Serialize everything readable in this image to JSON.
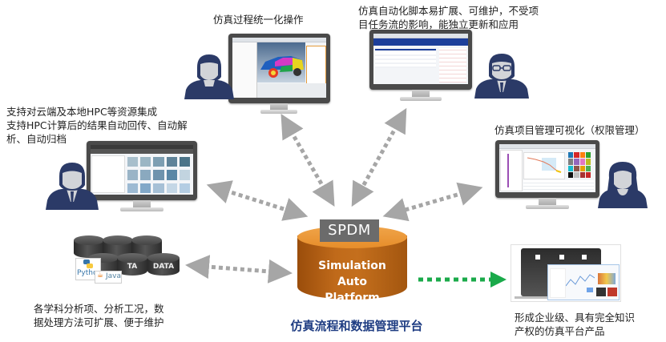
{
  "diagram": {
    "central": {
      "badge": "SPDM",
      "cylinder_lines": [
        "Simulation",
        "Auto",
        "Platform"
      ],
      "title": "仿真流程和数据管理平台",
      "title_color": "#1e3c82",
      "cylinder_color": "#c06a1a",
      "badge_color": "#6b6b6b"
    },
    "nodes": [
      {
        "id": "process-ops",
        "caption_lines": [
          "仿真过程统一化操作"
        ],
        "screen": "3d-car-model-view",
        "person": "male-casual"
      },
      {
        "id": "automation-scripts",
        "caption_lines": [
          "仿真自动化脚本易扩展、可维护，不受项",
          "目任务流的影响，能独立更新和应用"
        ],
        "screen": "script-list-view",
        "person": "male-glasses"
      },
      {
        "id": "hpc-integration",
        "caption_lines": [
          "支持对云端及本地HPC等资源集成",
          "支持HPC计算后的结果自动回传、自动解",
          "析、自动归档"
        ],
        "screen": "tile-grid-view",
        "person": "male-suit"
      },
      {
        "id": "project-visualization",
        "caption_lines": [
          "仿真项目管理可视化（权限管理）"
        ],
        "screen": "chart-and-palette-view",
        "person": "female"
      },
      {
        "id": "data-methods",
        "caption_lines": [
          "各学科分析项、分析工况，数",
          "据处理方法可扩展、便于维护"
        ],
        "drums": [
          "",
          "",
          "",
          "",
          "TA",
          "DATA"
        ],
        "logos": [
          "Python",
          "Java"
        ]
      },
      {
        "id": "product-output",
        "caption_lines": [
          "形成企业级、具有完全知识",
          "产权的仿真平台产品"
        ],
        "screen": "product-screenshot"
      }
    ],
    "connectors": [
      {
        "from": "process-ops",
        "to": "central",
        "style": "dotted-bidirectional",
        "color": "#a6a6a6"
      },
      {
        "from": "automation-scripts",
        "to": "central",
        "style": "dotted-bidirectional",
        "color": "#a6a6a6"
      },
      {
        "from": "hpc-integration",
        "to": "central",
        "style": "dotted-bidirectional",
        "color": "#a6a6a6"
      },
      {
        "from": "project-visualization",
        "to": "central",
        "style": "dotted-bidirectional",
        "color": "#a6a6a6"
      },
      {
        "from": "data-methods",
        "to": "central",
        "style": "dotted-bidirectional",
        "color": "#a6a6a6"
      },
      {
        "from": "central",
        "to": "product-output",
        "style": "dotted-arrow",
        "color": "#1aaa4a"
      }
    ]
  }
}
